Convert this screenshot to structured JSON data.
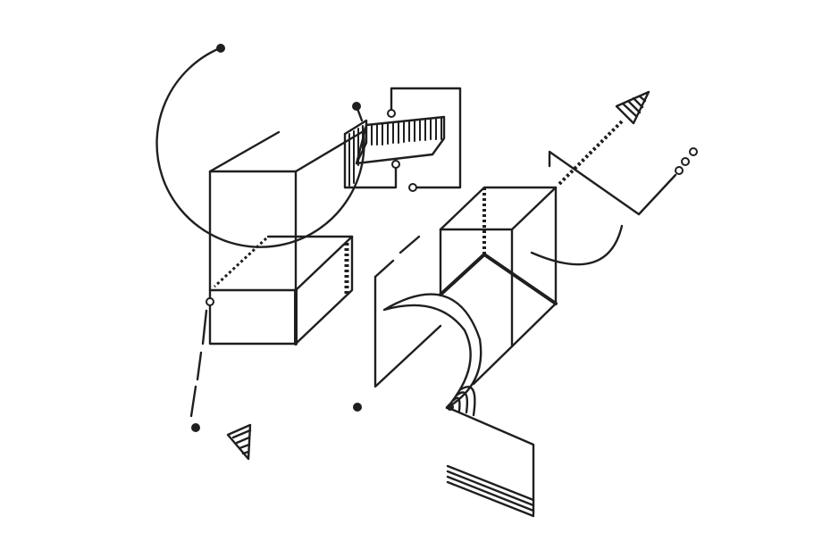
{
  "colors": {
    "ink": "#1f1f1f",
    "background": "#ffffff"
  },
  "artwork": {
    "style": "abstract geometric line art",
    "elements": [
      "arc",
      "wireframe-box",
      "wireframe-cube",
      "hatched-triangle",
      "arrow",
      "crescent",
      "hatched-plane",
      "dashed-line",
      "dot",
      "ring"
    ]
  }
}
